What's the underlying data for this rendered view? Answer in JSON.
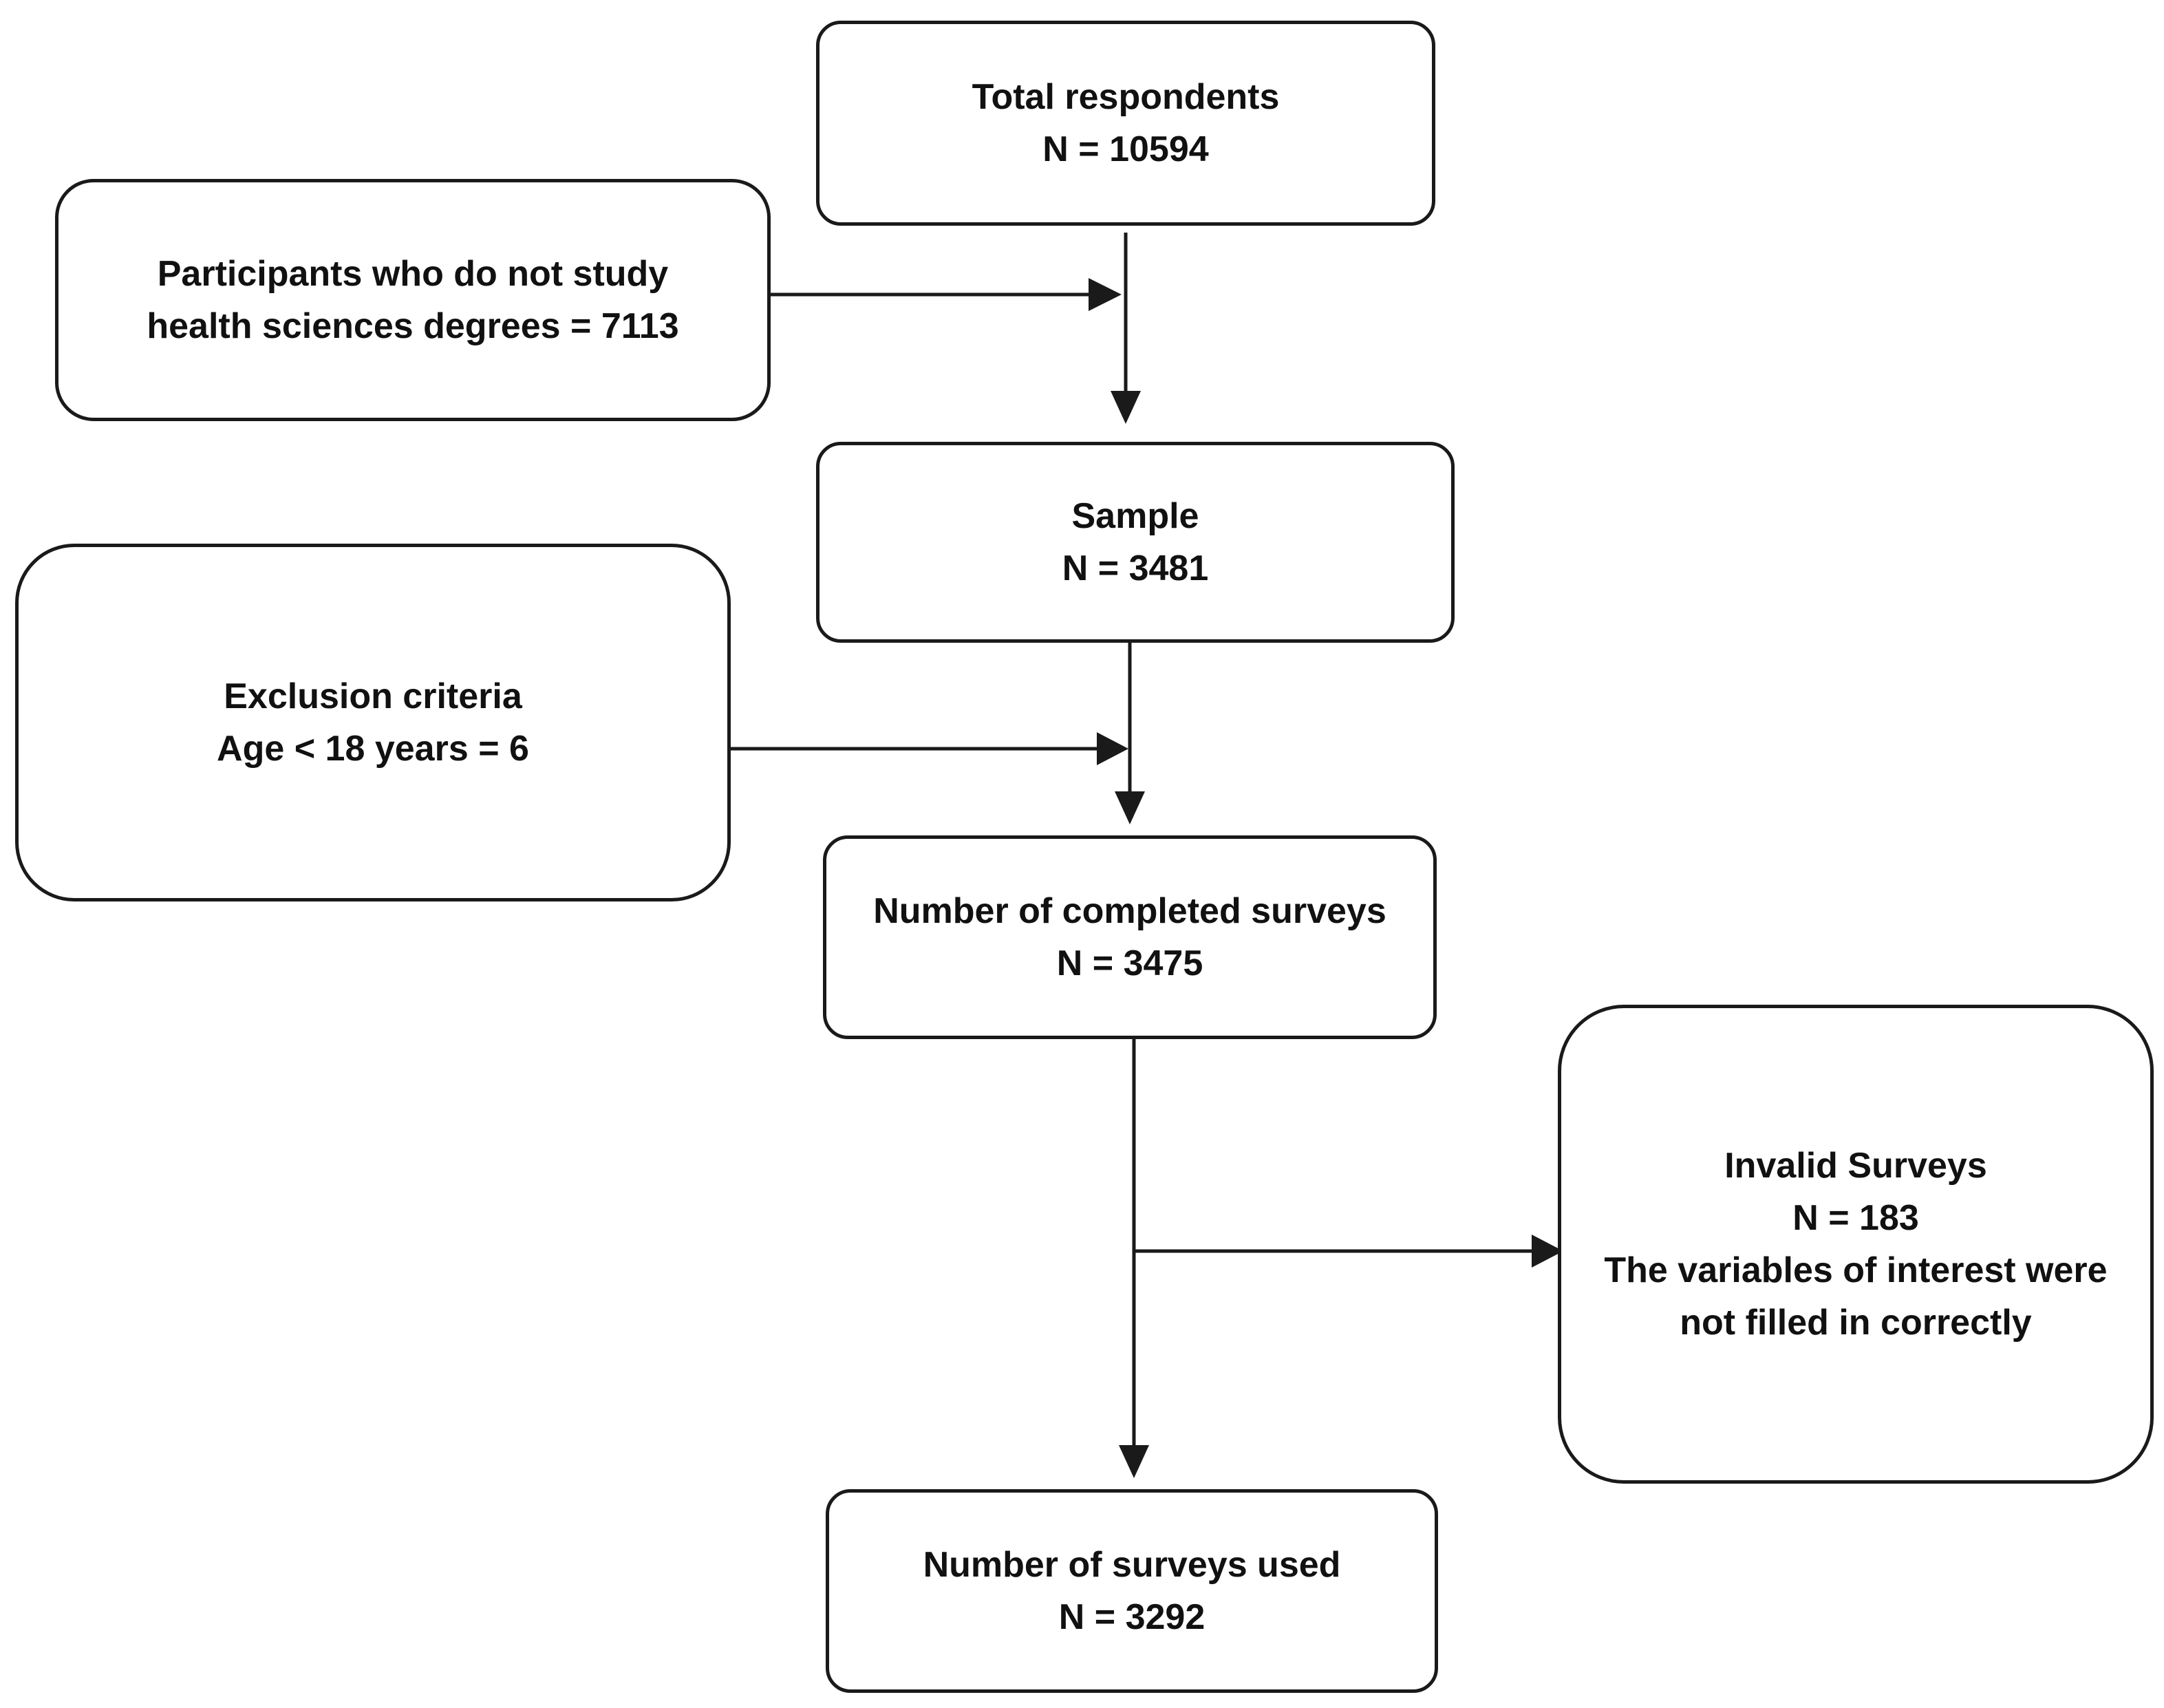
{
  "flowchart": {
    "total_respondents": {
      "label": "Total respondents",
      "count": "N = 10594"
    },
    "non_health_participants": {
      "line1": "Participants who do not study",
      "line2": "health sciences degrees = 7113"
    },
    "sample": {
      "label": "Sample",
      "count": "N = 3481"
    },
    "exclusion": {
      "label": "Exclusion criteria",
      "criterion": "Age < 18 years = 6"
    },
    "completed_surveys": {
      "label": "Number of completed surveys",
      "count": "N = 3475"
    },
    "invalid_surveys": {
      "label": "Invalid Surveys",
      "count": "N = 183",
      "reason_line1": "The variables of interest were",
      "reason_line2": "not filled in correctly"
    },
    "surveys_used": {
      "label": "Number of surveys used",
      "count": "N = 3292"
    }
  },
  "colors": {
    "stroke": "#1a1a1a",
    "text": "#111111",
    "background": "#ffffff"
  }
}
